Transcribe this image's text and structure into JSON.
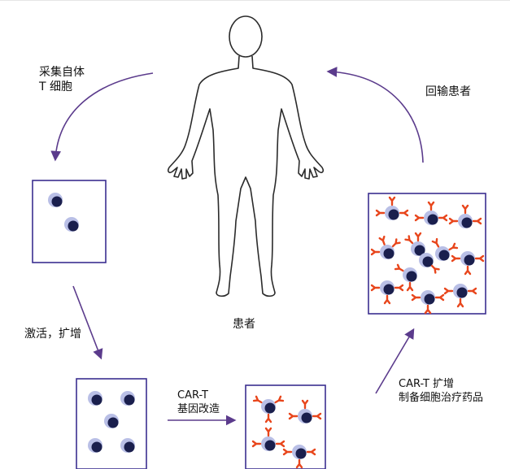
{
  "labels": {
    "collect": "采集自体\nT 细胞",
    "reinfuse": "回输患者",
    "activate": "激活，扩增",
    "patient": "患者",
    "car_t_modify": "CAR-T\n基因改造",
    "car_t_expand": "CAR-T 扩增\n制备细胞治疗药品"
  },
  "colors": {
    "arrow": "#5b3b8c",
    "frame": "#3b2f8f",
    "cell_core": "#1a1f4d",
    "cell_halo": "#b9bfe6",
    "receptor": "#e8461c",
    "body_outline": "#2b2b2b"
  }
}
